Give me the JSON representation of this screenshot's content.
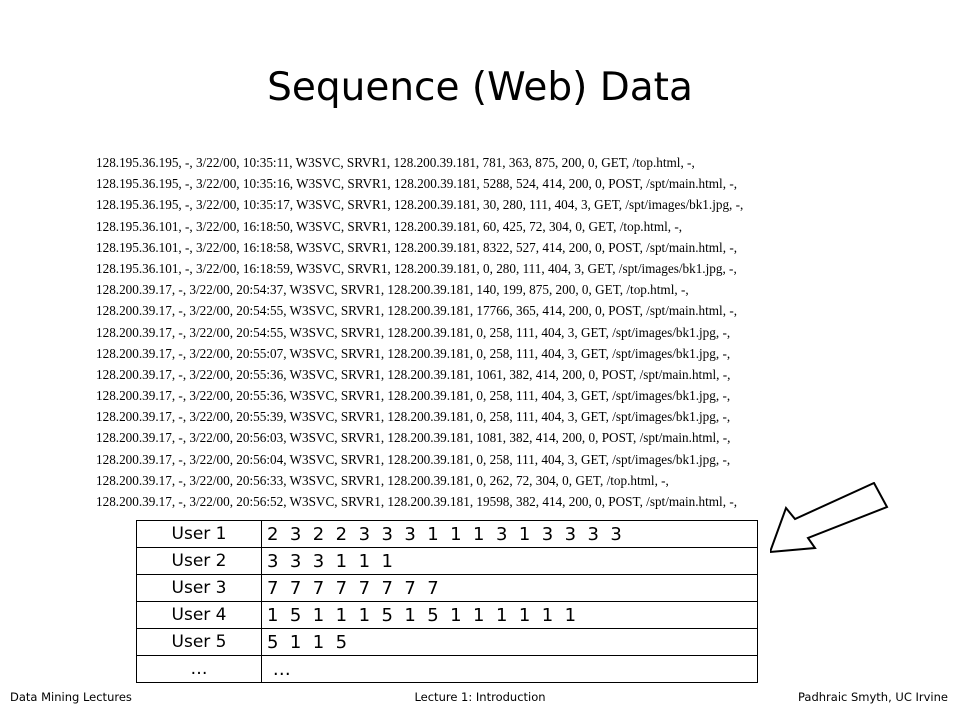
{
  "slide": {
    "title": "Sequence (Web) Data"
  },
  "log_lines": [
    "128.195.36.195, -, 3/22/00, 10:35:11, W3SVC, SRVR1, 128.200.39.181, 781, 363, 875, 200, 0, GET, /top.html, -,",
    "128.195.36.195, -, 3/22/00, 10:35:16, W3SVC, SRVR1, 128.200.39.181, 5288, 524, 414, 200, 0, POST, /spt/main.html,  -,",
    "128.195.36.195, -, 3/22/00, 10:35:17, W3SVC, SRVR1, 128.200.39.181, 30, 280, 111, 404, 3, GET, /spt/images/bk1.jpg,  -,",
    "128.195.36.101, -, 3/22/00, 16:18:50, W3SVC, SRVR1, 128.200.39.181, 60, 425, 72, 304, 0, GET, /top.html, -,",
    "128.195.36.101, -, 3/22/00, 16:18:58, W3SVC, SRVR1, 128.200.39.181, 8322, 527, 414, 200, 0, POST, /spt/main.html,  -,",
    "128.195.36.101, -, 3/22/00, 16:18:59, W3SVC, SRVR1, 128.200.39.181, 0, 280, 111, 404, 3, GET, /spt/images/bk1.jpg,  -,",
    "128.200.39.17, -, 3/22/00, 20:54:37, W3SVC, SRVR1, 128.200.39.181, 140, 199, 875, 200, 0, GET, /top.html, -,",
    "128.200.39.17, -, 3/22/00, 20:54:55, W3SVC, SRVR1, 128.200.39.181, 17766, 365, 414, 200, 0, POST, /spt/main.html,  -,",
    "128.200.39.17, -, 3/22/00, 20:54:55, W3SVC, SRVR1, 128.200.39.181, 0, 258, 111, 404, 3, GET, /spt/images/bk1.jpg,  -,",
    "128.200.39.17, -, 3/22/00, 20:55:07, W3SVC, SRVR1, 128.200.39.181, 0, 258, 111, 404, 3, GET, /spt/images/bk1.jpg,  -,",
    "128.200.39.17, -, 3/22/00, 20:55:36, W3SVC, SRVR1, 128.200.39.181, 1061, 382, 414, 200, 0, POST, /spt/main.html,  -,",
    "128.200.39.17, -, 3/22/00, 20:55:36, W3SVC, SRVR1, 128.200.39.181, 0, 258, 111, 404, 3, GET, /spt/images/bk1.jpg,  -,",
    "128.200.39.17, -, 3/22/00, 20:55:39, W3SVC, SRVR1, 128.200.39.181, 0, 258, 111, 404, 3, GET, /spt/images/bk1.jpg,  -,",
    "128.200.39.17, -, 3/22/00, 20:56:03, W3SVC, SRVR1, 128.200.39.181, 1081, 382, 414, 200, 0, POST, /spt/main.html,  -,",
    "128.200.39.17, -, 3/22/00, 20:56:04, W3SVC, SRVR1, 128.200.39.181, 0, 258, 111, 404, 3, GET, /spt/images/bk1.jpg,  -,",
    "128.200.39.17, -, 3/22/00, 20:56:33, W3SVC, SRVR1, 128.200.39.181, 0, 262, 72, 304, 0, GET, /top.html, -,",
    "128.200.39.17, -, 3/22/00, 20:56:52, W3SVC, SRVR1, 128.200.39.181, 19598, 382, 414, 200, 0, POST, /spt/main.html,  -,"
  ],
  "users": [
    {
      "label": "User 1",
      "sequence": "2  3  2  2  3  3  3  1  1  1  3  1  3  3  3  3"
    },
    {
      "label": "User 2",
      "sequence": "3  3  3  1  1  1"
    },
    {
      "label": "User 3",
      "sequence": "7  7  7  7  7  7  7  7"
    },
    {
      "label": "User 4",
      "sequence": "1  5  1  1  1  5  1  5  1  1  1  1  1  1"
    },
    {
      "label": "User 5",
      "sequence": "5  1  1  5"
    },
    {
      "label": "…",
      "sequence": " …"
    }
  ],
  "icons": {
    "arrow": "down-left-arrow-icon"
  },
  "footer": {
    "left": "Data Mining Lectures",
    "center": "Lecture 1: Introduction",
    "right": "Padhraic Smyth, UC Irvine"
  }
}
